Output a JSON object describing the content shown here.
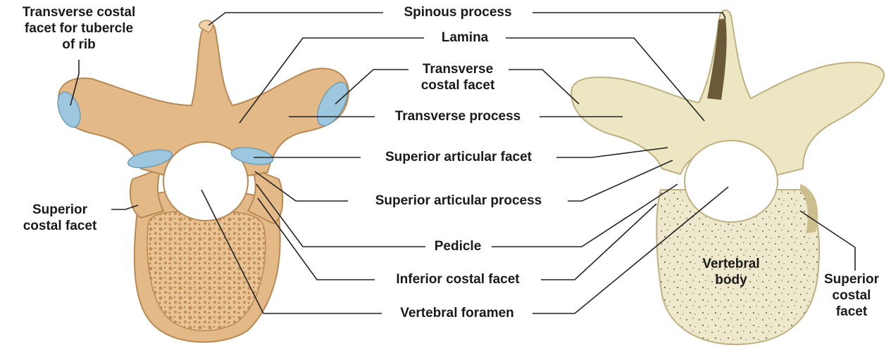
{
  "labels": {
    "transverse_costal_facet_tubercle": "Transverse costal\nfacet for tubercle\nof rib",
    "spinous_process": "Spinous process",
    "lamina": "Lamina",
    "transverse_costal_facet": "Transverse\ncostal facet",
    "transverse_process": "Transverse process",
    "superior_articular_facet": "Superior articular facet",
    "superior_articular_process": "Superior articular process",
    "pedicle": "Pedicle",
    "inferior_costal_facet": "Inferior costal facet",
    "vertebral_foramen": "Vertebral foramen",
    "superior_costal_facet_left": "Superior\ncostal facet",
    "superior_costal_facet_right": "Superior\ncostal\nfacet",
    "vertebral_body": "Vertebral\nbody"
  },
  "colors": {
    "bone": "#E2B987",
    "bone_edge": "#B98954",
    "spongy_bone": "#D7A56D",
    "facet": "#9CC7DE",
    "photo_bone": "#EDE6C2",
    "photo_shadow": "#CDBF8D",
    "leader_line": "#222222"
  }
}
